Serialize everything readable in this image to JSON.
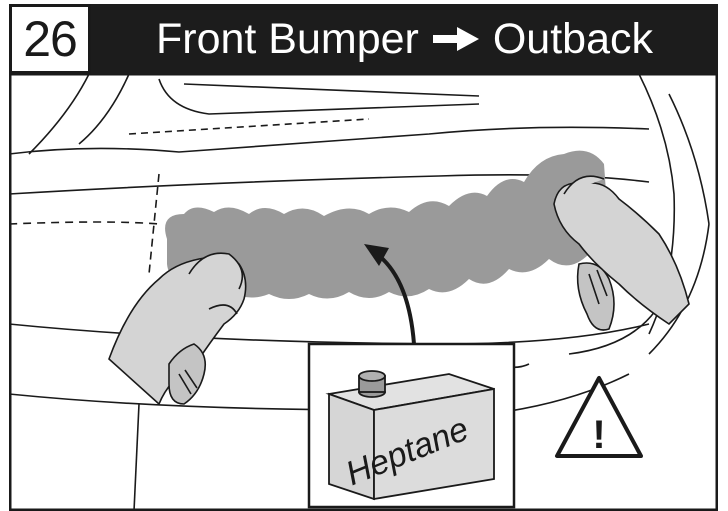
{
  "step": {
    "number": "26"
  },
  "title": {
    "from": "Front Bumper",
    "to": "Outback",
    "arrow_icon": "right-arrow-icon"
  },
  "can": {
    "label": "Heptane",
    "icon": "solvent-can-icon"
  },
  "warning": {
    "icon": "warning-triangle-icon",
    "symbol": "!"
  },
  "colors": {
    "cleaning_area": "#9a9a9a",
    "glove": "#d4d4d4",
    "outline": "#1a1a1a",
    "title_bg": "#1c1c1c"
  }
}
